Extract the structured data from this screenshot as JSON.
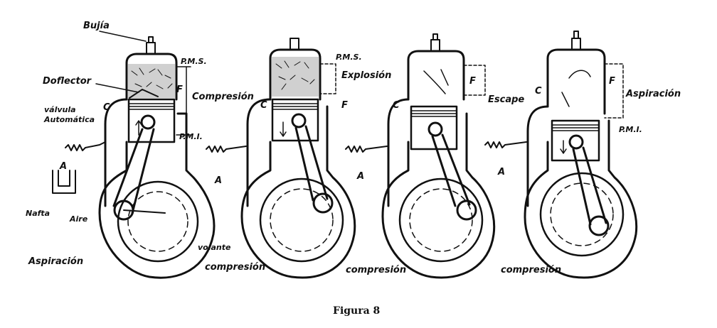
{
  "caption": "Figura 8",
  "engine_1": {
    "bujia": "Bujía",
    "pms": "P.M.S.",
    "deflector": "Doflector",
    "f": "F",
    "compresion": "Compresión",
    "c": "C",
    "valvula": "válvula",
    "automatica": "Automática",
    "pmi": "P.M.I.",
    "a": "A",
    "nafta": "Nafta",
    "aire": "Aire",
    "aspiracion": "Aspiración",
    "volante": "volante"
  },
  "engine_2": {
    "pms": "P.M.S.",
    "explosion": "Explosión",
    "c": "C",
    "f": "F",
    "a": "A",
    "compresion": "compresión"
  },
  "engine_3": {
    "f": "F",
    "escape": "Escape",
    "c": "C",
    "a": "A",
    "compresion": "compresión"
  },
  "engine_4": {
    "f": "F",
    "c": "C",
    "aspiracion": "Aspiración",
    "pmi": "P.M.I.",
    "a": "A",
    "compresion": "compresión"
  }
}
